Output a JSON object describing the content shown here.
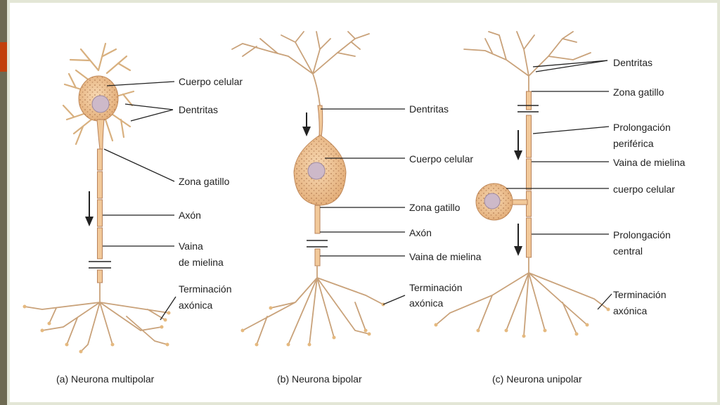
{
  "panels": {
    "a": {
      "caption": "(a) Neurona multipolar",
      "labels": {
        "cuerpo": "Cuerpo celular",
        "dentritas": "Dentritas",
        "zona": "Zona gatillo",
        "axon": "Axón",
        "vaina1": "Vaina",
        "vaina2": "de mielina",
        "term1": "Terminación",
        "term2": "axónica"
      }
    },
    "b": {
      "caption": "(b) Neurona bipolar",
      "labels": {
        "dentritas": "Dentritas",
        "cuerpo": "Cuerpo celular",
        "zona": "Zona gatillo",
        "axon": "Axón",
        "vaina": "Vaina de mielina",
        "term1": "Terminación",
        "term2": "axónica"
      }
    },
    "c": {
      "caption": "(c) Neurona unipolar",
      "labels": {
        "dentritas": "Dentritas",
        "zona": "Zona gatillo",
        "perif1": "Prolongación",
        "perif2": "periférica",
        "vaina": "Vaina de mielina",
        "cuerpo": "cuerpo celular",
        "central1": "Prolongación",
        "central2": "central",
        "term1": "Terminación",
        "term2": "axónica"
      }
    }
  },
  "colors": {
    "neuron_fill": "#f2c99a",
    "neuron_stroke": "#b8825a",
    "dendrite": "#c9a27a",
    "soma_dots": "#a0673f",
    "nucleus": "#cdb9c9",
    "leader": "#222222",
    "slide_bg": "#ffffff",
    "frame_bg": "#e3e6d6",
    "accent": "#c2410c"
  }
}
